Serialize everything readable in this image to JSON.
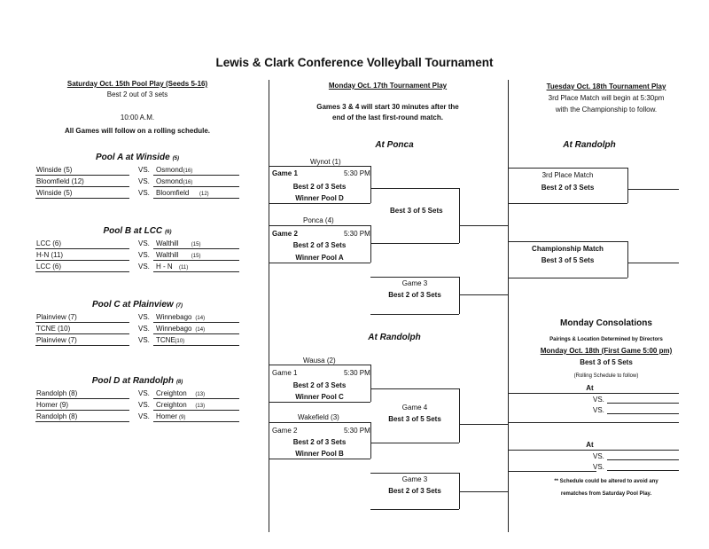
{
  "title": "Lewis & Clark Conference Volleyball Tournament",
  "saturday": {
    "header": "Saturday Oct. 15th Pool Play (Seeds 5-16)",
    "format": "Best 2 out of 3 sets",
    "time": "10:00 A.M.",
    "note": "All Games will follow on a rolling schedule."
  },
  "pools": [
    {
      "title": "Pool A at Winside",
      "seed": "(5)",
      "games": [
        {
          "home": "Winside (5)",
          "vs": "VS.",
          "away": "Osmond",
          "away_seed": "(16)"
        },
        {
          "home": "Bloomfield (12)",
          "vs": "VS.",
          "away": "Osmond",
          "away_seed": "(16)"
        },
        {
          "home": "Winside (5)",
          "vs": "VS.",
          "away": "Bloomfield",
          "away_seed": "(12)"
        }
      ]
    },
    {
      "title": "Pool B at LCC",
      "seed": "(6)",
      "games": [
        {
          "home": "LCC (6)",
          "vs": "VS.",
          "away": "Walthill",
          "away_seed": "(15)"
        },
        {
          "home": "H-N (11)",
          "vs": "VS.",
          "away": "Walthill",
          "away_seed": "(15)"
        },
        {
          "home": "LCC (6)",
          "vs": "VS.",
          "away": "H - N",
          "away_seed": "(11)"
        }
      ]
    },
    {
      "title": "Pool C at Plainview",
      "seed": "(7)",
      "games": [
        {
          "home": "Plainview (7)",
          "vs": "VS.",
          "away": "Winnebago",
          "away_seed": "(14)"
        },
        {
          "home": "TCNE (10)",
          "vs": "VS.",
          "away": "Winnebago",
          "away_seed": "(14)"
        },
        {
          "home": "Plainview (7)",
          "vs": "VS.",
          "away": "TCNE",
          "away_seed": "(10)"
        }
      ]
    },
    {
      "title": "Pool D at Randolph",
      "seed": "(8)",
      "games": [
        {
          "home": "Randolph (8)",
          "vs": "VS.",
          "away": "Creighton",
          "away_seed": "(13)"
        },
        {
          "home": "Homer (9)",
          "vs": "VS.",
          "away": "Creighton",
          "away_seed": "(13)"
        },
        {
          "home": "Randolph (8)",
          "vs": "VS.",
          "away": "Homer",
          "away_seed": "(9)"
        }
      ]
    }
  ],
  "monday": {
    "header": "Monday Oct. 17th Tournament Play",
    "note1": "Games 3 & 4 will start 30 minutes after the",
    "note2": "end of the last first-round match.",
    "ponca": {
      "heading": "At Ponca",
      "top_team": "Wynot (1)",
      "game1": {
        "label": "Game 1",
        "time": "5:30 PM",
        "format": "Best 2 of 3 Sets",
        "opponent": "Winner Pool D"
      },
      "mid_team": "Ponca (4)",
      "game2": {
        "label": "Game 2",
        "time": "5:30 PM",
        "format": "Best 2 of 3 Sets",
        "opponent": "Winner Pool A"
      },
      "final": "Best 3 of 5 Sets",
      "game3": {
        "label": "Game 3",
        "format": "Best 2 of 3 Sets"
      }
    },
    "randolph": {
      "heading": "At Randolph",
      "top_team": "Wausa (2)",
      "game1": {
        "label": "Game 1",
        "time": "5:30 PM",
        "format": "Best 2 of 3 Sets",
        "opponent": "Winner Pool C"
      },
      "mid_team": "Wakefield (3)",
      "game2": {
        "label": "Game 2",
        "time": "5:30 PM",
        "format": "Best 2 of 3 Sets",
        "opponent": "Winner Pool B"
      },
      "game4": {
        "label": "Game 4",
        "format": "Best 3 of 5 Sets"
      },
      "game3": {
        "label": "Game 3",
        "format": "Best 2 of 3 Sets"
      }
    }
  },
  "tuesday": {
    "header": "Tuesday Oct. 18th Tournament Play",
    "line1": "3rd Place Match will begin at 5:30pm",
    "line2": "with the Championship to follow.",
    "heading": "At Randolph",
    "third": {
      "label": "3rd Place Match",
      "format": "Best 2 of 3 Sets"
    },
    "champ": {
      "label": "Championship Match",
      "format": "Best 3 of 5 Sets"
    }
  },
  "consolations": {
    "heading": "Monday Consolations",
    "pairings": "Pairings & Location Determined by Directors",
    "date": "Monday Oct. 18th (First Game 5:00 pm)",
    "format": "Best 3 of 5 Sets",
    "rolling": "(Rolling Schedule to follow)",
    "at1": "At",
    "vs1": "VS.",
    "vs2": "VS.",
    "at2": "At",
    "vs3": "VS.",
    "vs4": "VS.",
    "note1": "** Schedule could be altered to avoid any",
    "note2": "rematches from Saturday Pool Play."
  }
}
